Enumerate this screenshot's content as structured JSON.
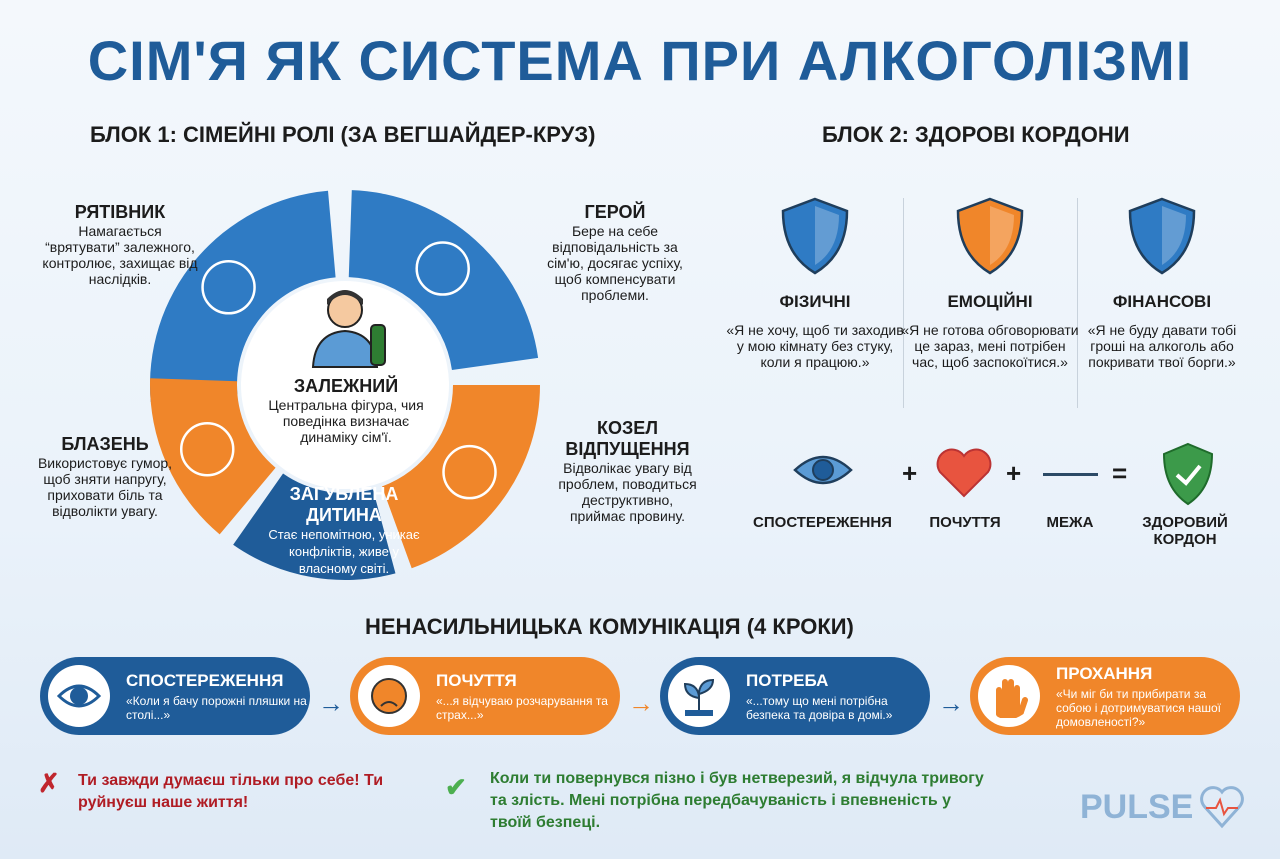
{
  "title": "СІМ'Я ЯК СИСТЕМА ПРИ АЛКОГОЛІЗМІ",
  "block1": {
    "heading": "БЛОК 1: СІМЕЙНІ РОЛІ (ЗА ВЕГШАЙДЕР-КРУЗ)",
    "center": {
      "name": "ЗАЛЕЖНИЙ",
      "desc": "Центральна фігура, чия поведінка визначає динаміку сім'ї."
    },
    "roles": [
      {
        "name": "РЯТІВНИК",
        "desc": "Намагається “врятувати” залежного, контролює, захищає від наслідків.",
        "icon": "rescuer-icon"
      },
      {
        "name": "ГЕРОЙ",
        "desc": "Бере на себе відповідальність за сім'ю, досягає успіху, щоб компенсувати проблеми.",
        "icon": "hero-icon"
      },
      {
        "name": "КОЗЕЛ ВІДПУЩЕННЯ",
        "desc": "Відволікає увагу від проблем, поводиться деструктивно, приймає провину.",
        "icon": "goat-target-icon"
      },
      {
        "name": "ЗАГУБЛЕНА ДИТИНА",
        "desc": "Стає непомітною, уникає конфліктів, живе у власному світі."
      },
      {
        "name": "БЛАЗЕНЬ",
        "desc": "Використовує гумор, щоб зняти напругу, приховати біль та відволікти увагу.",
        "icon": "clown-icon"
      }
    ]
  },
  "block2": {
    "heading": "БЛОК 2: ЗДОРОВІ КОРДОНИ",
    "columns": [
      {
        "title": "ФІЗИЧНІ",
        "quote": "«Я не хочу, щоб ти заходив у мою кімнату без стуку, коли я працюю.»",
        "color": "#2f7bc4"
      },
      {
        "title": "ЕМОЦІЙНІ",
        "quote": "«Я не готова обговорювати це зараз, мені потрібен час, щоб заспокоїтися.»",
        "color": "#f0862a"
      },
      {
        "title": "ФІНАНСОВІ",
        "quote": "«Я не буду давати тобі гроші на алкоголь або покривати твої борги.»",
        "color": "#2f7bc4"
      }
    ],
    "formula": {
      "items": [
        "СПОСТЕРЕЖЕННЯ",
        "ПОЧУТТЯ",
        "МЕЖА",
        "ЗДОРОВИЙ КОРДОН"
      ],
      "plus": "+",
      "equals": "="
    }
  },
  "nvc": {
    "heading": "НЕНАСИЛЬНИЦЬКА КОМУНІКАЦІЯ (4 КРОКИ)",
    "steps": [
      {
        "title": "СПОСТЕРЕЖЕННЯ",
        "text": "«Коли я бачу порожні пляшки на столі...»",
        "icon": "eye-icon"
      },
      {
        "title": "ПОЧУТТЯ",
        "text": "«...я відчуваю розчарування та страх...»",
        "icon": "upset-face-icon"
      },
      {
        "title": "ПОТРЕБА",
        "text": "«...тому що мені потрібна безпека та довіра в домі.»",
        "icon": "sprout-icon"
      },
      {
        "title": "ПРОХАННЯ",
        "text": "«Чи міг би ти прибирати за собою і дотримуватися нашої домовленості?»",
        "icon": "hand-icon"
      }
    ],
    "arrow": "→",
    "bad": {
      "mark": "✗",
      "text": "Ти завжди думаєш тільки про себе! Ти руйнуєш наше життя!"
    },
    "good": {
      "mark": "✔",
      "text": "Коли ти повернувся пізно і був нетверезий, я відчула тривогу та злість. Мені потрібна передбачуваність і впевненість у твоїй безпеці."
    }
  },
  "logo": "PULSE",
  "colors": {
    "blue": "#1f5c99",
    "lightblue": "#2f7bc4",
    "orange": "#f0862a",
    "red": "#b01c24",
    "green": "#2e7d32"
  }
}
